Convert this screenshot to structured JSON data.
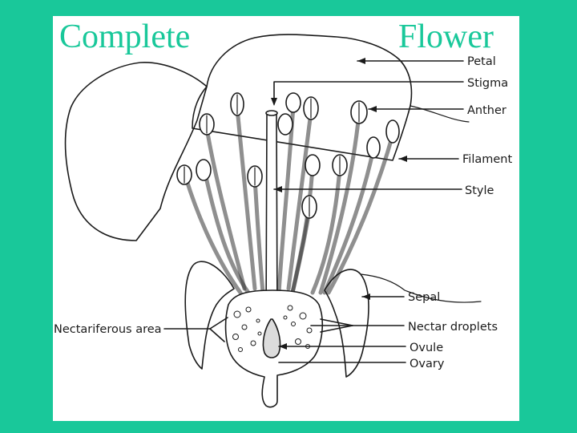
{
  "slide": {
    "title_left": "Complete",
    "title_right": "Flower",
    "colors": {
      "background": "#19c89a",
      "card": "#ffffff",
      "title": "#19c89a",
      "ink": "#1a1a1a"
    }
  },
  "diagram": {
    "labels": {
      "petal": "Petal",
      "stigma": "Stigma",
      "anther": "Anther",
      "filament": "Filament",
      "style": "Style",
      "sepal": "Sepal",
      "nectariferous_area": "Nectariferous area",
      "nectar_droplets": "Nectar droplets",
      "ovule": "Ovule",
      "ovary": "Ovary"
    }
  }
}
